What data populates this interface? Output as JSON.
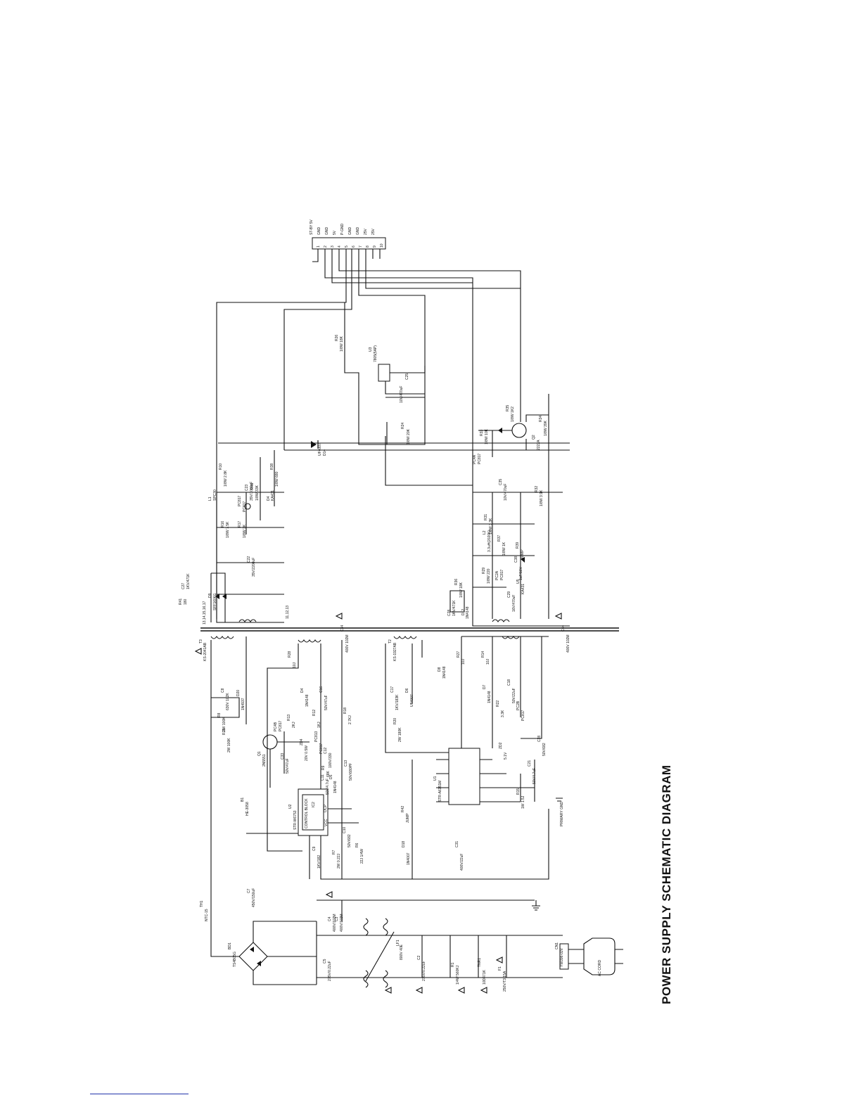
{
  "title": "POWER SUPPLY SCHEMATIC DIAGRAM",
  "connector": {
    "pins": [
      "1",
      "2",
      "3",
      "4",
      "5",
      "6",
      "7",
      "8",
      "9",
      "10"
    ],
    "signals": [
      "ST-BY 5V",
      "GND",
      "GND",
      "5V",
      "P-GND",
      "GND",
      "GND",
      "25V",
      "25V"
    ]
  },
  "labels": {
    "r26": "R26",
    "r26v": "1/8W 18K",
    "u3": "U3",
    "u3v": "7805(5AP)",
    "c25": "C25",
    "c25v": "10V/470uF",
    "r24": "R24",
    "r24v": "1/8W 20K",
    "d14": "D14",
    "d14v": "UF4007",
    "r33": "R33",
    "r33v": "1/8W 10K",
    "r34": "R34",
    "r34v": "1/8W 39K",
    "q2": "Q2",
    "q2v": "2222A",
    "r35": "R35",
    "r35v": "1/8W 1K2",
    "pc4a": "PC4A",
    "pc4av": "PC817",
    "r31": "R31",
    "r31v": "1/8W 3.3K",
    "r32": "R32",
    "r32v": "1/8W 3.9K",
    "c35": "C35",
    "c35v": "10V/470uF",
    "l2": "L2",
    "l2v": "3.3uH(2020K)",
    "r37": "R37",
    "r37v": "1/8W 1K",
    "r39": "R39",
    "r39v": "JUMP",
    "c38": "C38",
    "c38v": "1uF/16V",
    "u5": "U5",
    "u5v": "KA431",
    "pc2a": "PC2A",
    "pc2av": "PC817",
    "r29": "R29",
    "r29v": "1/8W 220",
    "r36": "R36",
    "r36v": "1/8W 18K",
    "c29": "C29",
    "c29v": "16V/470uF",
    "d12": "D12",
    "d12v": "1N4148",
    "c28x": "C28",
    "c28xv": "1KV/471K",
    "l1": "L1",
    "l1v": "SPC30",
    "r10": "R10",
    "r10v": "1/8W 2.8K",
    "r38": "R38",
    "r38v": "1/8W 680",
    "r45": "R45",
    "r45v": "1/8W 33K",
    "r16": "R16",
    "r16v": "1/8W 7.5K",
    "r17": "R17",
    "r17v": "1/8W 1K",
    "pc817": "PC817",
    "pc817v": "PC817",
    "c23": "C23",
    "c23v": "35V/1000uF",
    "d4": "D4",
    "d4v": "KA431",
    "c22": "C22",
    "c22v": "35V/2200uF",
    "c27": "C27",
    "c27v": "1KV/471K",
    "r41": "R41",
    "r41v": "180",
    "d9": "D9",
    "d9v": "SFF1606G",
    "pins_a": "13,14,15,16,17",
    "pins_b": "11,12,13",
    "t3": "T3",
    "t3v": "KS-2041AB",
    "t2": "T2",
    "t2v": "KS-1927AB",
    "c34": "C34",
    "c34v": "400V 102M",
    "c44": "C44",
    "c44v": "400V 102M",
    "c8": "C8",
    "c8v": "630V 102K",
    "d20": "D20",
    "d20v": "1N4937",
    "r8": "R8",
    "r8v": "2W 100K",
    "r21": "R21",
    "r21v": "2W 100K",
    "b1": "B1",
    "b1v": "HE-3058",
    "q1": "Q1",
    "q1v": "2N5551",
    "pc4b": "PC4B",
    "pc4bv": "PC817",
    "r13": "R13",
    "r13v": "2KJ",
    "r28": "R28",
    "r28v": "10J",
    "d4b": "D4",
    "d4bv": "1N4148",
    "c16": "C16",
    "c16v": "50V/47uF",
    "r12": "R12",
    "r12v": "1KJ",
    "c33": "C33",
    "c33v": "50V/47uF",
    "zd4": "ZD4",
    "zd4v": "20V 0.5W",
    "pc813": "PC813",
    "pc813v": "PC817",
    "c12": "C12",
    "c12v": "100V/330",
    "c13": "C13",
    "c13v": "50V/680PF",
    "r9": "R9",
    "r9v": "68K",
    "r18": "R18",
    "r18v": "2.7KJ",
    "c11": "C11",
    "c11v": "50V/4.7uF",
    "d5": "D5",
    "d5v": "1N4148",
    "u2": "U2",
    "u2v": "STR-W6753",
    "ic2": "IC2",
    "control_block": "CONTROL BLOCK",
    "ocp": "OCP",
    "vcc": "VCC",
    "c10": "C10",
    "c10v": "50V/682",
    "r7": "R7",
    "r7v": "2W 0.22J",
    "r6": "R6",
    "r6v": "22J 1/4W",
    "c9": "C9",
    "c9v": "1KV/182",
    "r42": "R42",
    "r42v": "JUMP",
    "d18": "D18",
    "d18v": "1N4007",
    "c31": "C31",
    "c31v": "400V/22uF",
    "c7": "C7",
    "c7v": "450V/150uF",
    "c17": "C17",
    "c17v": "1KV/183K",
    "d6": "D6",
    "d6v": "UF4007",
    "r20": "R20",
    "r20v": "2W 180K",
    "d8": "D8",
    "d8v": "1N4148",
    "r27": "R27",
    "r27v": "10J",
    "r14": "R14",
    "r14v": "10J",
    "d7": "D7",
    "d7v": "1N4148",
    "c18": "C18",
    "c18v": "50V/22uF",
    "r22": "R22",
    "r22v": "3.3K",
    "pc2b": "PC2B",
    "pc2bv": "PC817",
    "zd2": "ZD2",
    "zd2v": "5.1V",
    "c28": "C28",
    "c28v": "50V/682",
    "c21": "C21",
    "c21v": "50V/4.7uF",
    "u1": "U1",
    "u1v": "STR-A6151M",
    "r15": "R15",
    "r15v": "1W 1.5J",
    "primary_gnd": "PRIMARY GND",
    "th1": "TH1",
    "th1v": "NTC-15",
    "bd1": "BD1",
    "bd1v": "TS4B05G",
    "c4": "C4",
    "c4v": "400V/102M",
    "c3": "C3",
    "c3v": "400V/102M",
    "c5": "C5",
    "c5v": "275V/0.22uF",
    "c2": "C2",
    "c2v": "275V/0.22uF",
    "lf1": "LF1",
    "lf1v": "800V 40E",
    "r1": "R1",
    "r1v": "1/4W 560KJ",
    "tnr1": "TNR1",
    "tnr1v": "10D471K",
    "f1": "F1",
    "f1v": "250V/T3.15A",
    "cn1": "CN1",
    "cn1v": "YW396-02V",
    "ac_cord": "AC CORD"
  }
}
